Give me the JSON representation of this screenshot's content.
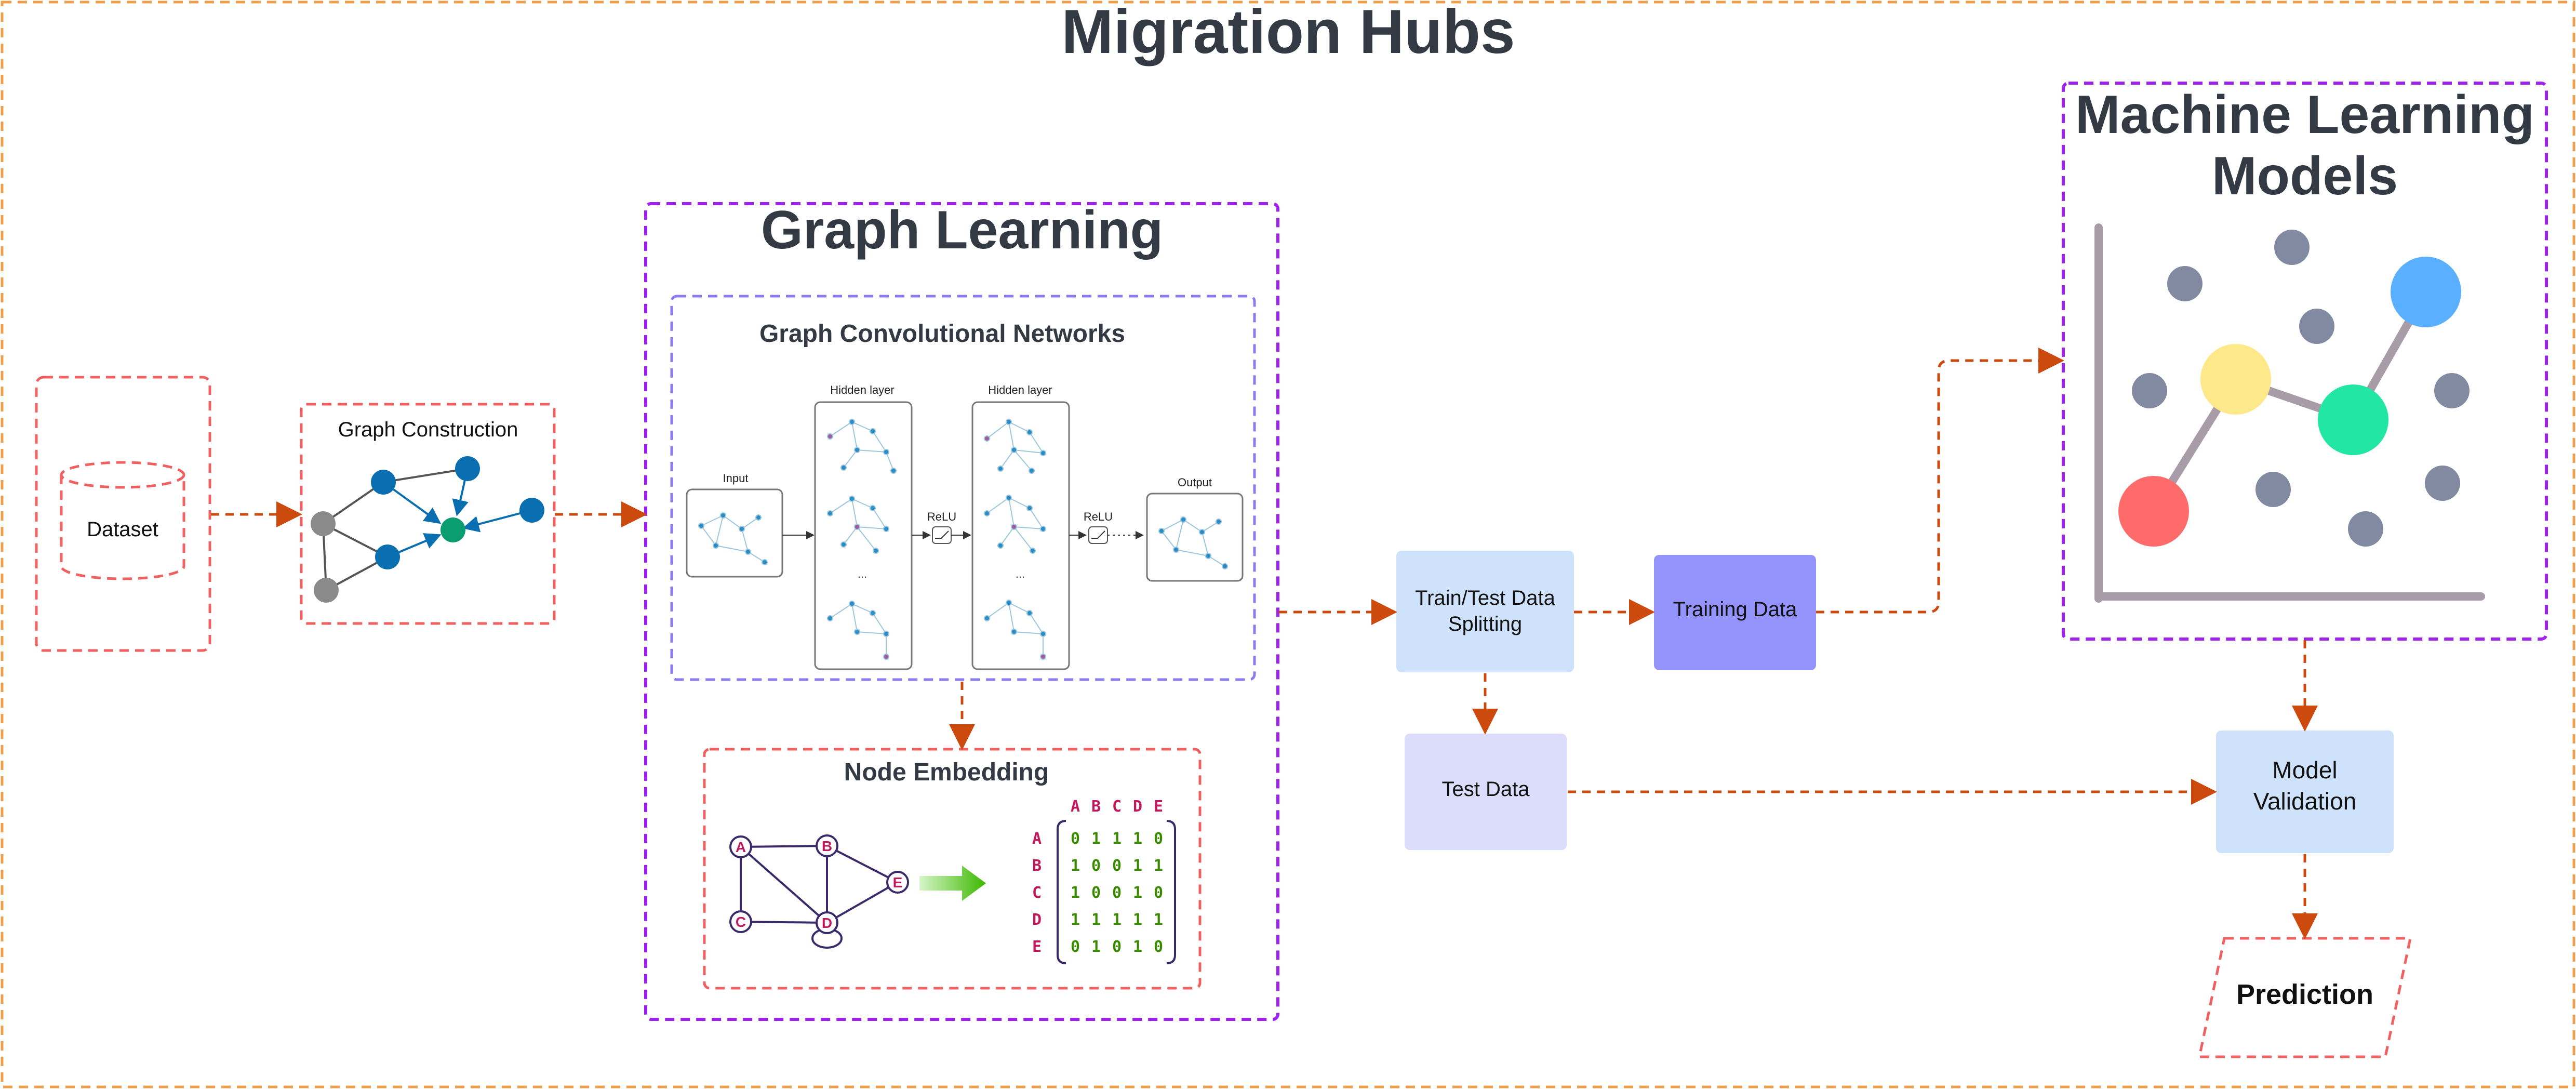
{
  "title": "Migration Hubs",
  "dataset": {
    "label": "Dataset"
  },
  "graph_construction": {
    "title": "Graph Construction"
  },
  "graph_learning": {
    "title": "Graph Learning",
    "gcn": {
      "title": "Graph Convolutional Networks",
      "input_label": "Input",
      "hidden1_label": "Hidden layer",
      "hidden2_label": "Hidden layer",
      "relu1_label": "ReLU",
      "relu2_label": "ReLU",
      "output_label": "Output",
      "ellipsis1": "...",
      "ellipsis2": "..."
    },
    "node_embedding": {
      "title": "Node Embedding",
      "nodes": [
        "A",
        "B",
        "C",
        "D",
        "E"
      ],
      "matrix_columns": [
        "A",
        "B",
        "C",
        "D",
        "E"
      ],
      "matrix_rows": [
        {
          "label": "A",
          "values": [
            "0",
            "1",
            "1",
            "1",
            "0"
          ]
        },
        {
          "label": "B",
          "values": [
            "1",
            "0",
            "0",
            "1",
            "1"
          ]
        },
        {
          "label": "C",
          "values": [
            "1",
            "0",
            "0",
            "1",
            "0"
          ]
        },
        {
          "label": "D",
          "values": [
            "1",
            "1",
            "1",
            "1",
            "1"
          ]
        },
        {
          "label": "E",
          "values": [
            "0",
            "1",
            "0",
            "1",
            "0"
          ]
        }
      ]
    }
  },
  "split": {
    "line1": "Train/Test Data",
    "line2": "Splitting"
  },
  "training_data": {
    "label": "Training Data"
  },
  "test_data": {
    "label": "Test Data"
  },
  "ml_models": {
    "title_line1": "Machine Learning",
    "title_line2": "Models"
  },
  "model_validation": {
    "line1": "Model",
    "line2": "Validation"
  },
  "prediction": {
    "label": "Prediction"
  },
  "colors": {
    "outer_border": "#f0a04b",
    "panel_purple": "#a020f0",
    "panel_red": "#f06060",
    "gcn_border": "#8a7cf0",
    "arrow": "#cc4a0e",
    "title_text": "#333a44",
    "split_fill": "#cfe2fb",
    "training_fill": "#9393fb",
    "test_fill": "#dcdcfb",
    "validation_fill": "#cfe2fb",
    "matrix_label": "#c2185b",
    "matrix_value": "#3a8a00"
  }
}
